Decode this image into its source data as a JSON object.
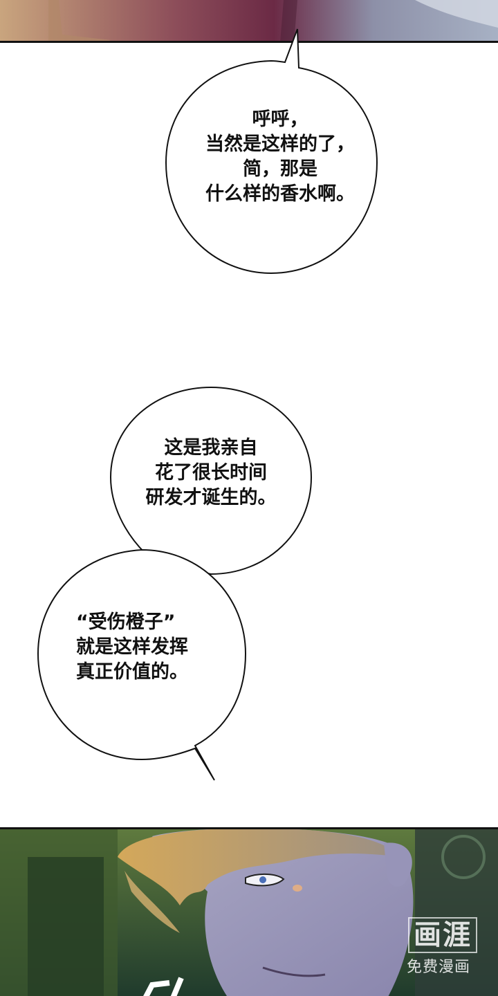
{
  "bubbles": {
    "bubble1": "呼呼，\n当然是这样的了，\n简，那是\n什么样的香水啊。",
    "bubble2": "这是我亲自\n花了很长时间\n研发才诞生的。",
    "bubble3": "“受伤橙子”\n就是这样发挥\n真正价值的。"
  },
  "watermark": {
    "logo": "画涯",
    "tagline": "免费漫画"
  },
  "colors": {
    "ink": "#111111",
    "page": "#ffffff"
  }
}
